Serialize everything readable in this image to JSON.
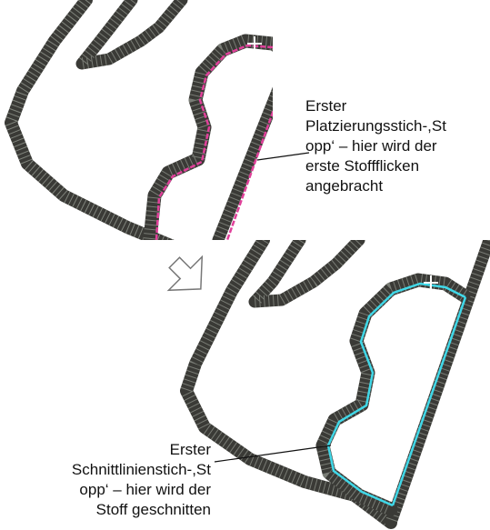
{
  "callouts": {
    "placement": {
      "lines": [
        "Erster",
        "Platzierungsstich-,St",
        "opp‘ – hier wird der",
        "erste Stoffflicken",
        "angebracht"
      ],
      "color": "#e0409a"
    },
    "cutline": {
      "lines": [
        "Erster",
        "Schnittlinienstich-,St",
        "opp‘ – hier wird der",
        "Stoff geschnitten"
      ],
      "color": "#40d8e8"
    }
  },
  "colors": {
    "satin": "#3a3a36",
    "satin_highlight": "#c8cfc4",
    "arrow_fill": "#ffffff",
    "arrow_stroke": "#777777"
  },
  "icons": [
    "start-cross-icon",
    "sequence-arrow-icon"
  ]
}
